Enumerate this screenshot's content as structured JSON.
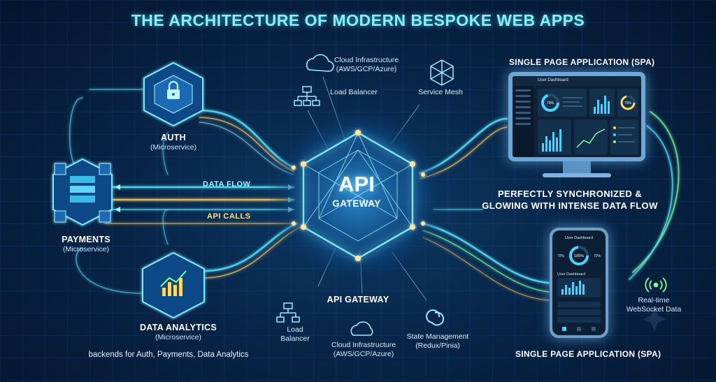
{
  "title": "THE ARCHITECTURE OF MODERN BESPOKE WEB APPS",
  "services": {
    "auth": {
      "name": "AUTH",
      "type": "(Microservice)"
    },
    "payments": {
      "name": "PAYMENTS",
      "type": "(Microservice)"
    },
    "analytics": {
      "name": "DATA ANALYTICS",
      "type": "(Microservice)"
    }
  },
  "flows": {
    "data_flow": "DATA FLOW",
    "api_calls": "API CALLS"
  },
  "gateway": {
    "line1": "API",
    "line2": "GATEWAY",
    "below": "API GATEWAY"
  },
  "top": {
    "cloud": "Cloud Infrastructure\n(AWS/GCP/Azure)",
    "load_balancer": "Load Balancer",
    "service_mesh": "Service Mesh"
  },
  "bottom": {
    "load_balancer": "Load\nBalancer",
    "cloud": "Cloud Infrastructure\n(AWS/GCP/Azure)",
    "state": "State Management\n(Redux/Pinia)"
  },
  "spa_top": "SINGLE PAGE APPLICATION (SPA)",
  "spa_bottom": "SINGLE PAGE APPLICATION (SPA)",
  "sync_text": "PERFECTLY SYNCHRONIZED &\nGLOWING WITH INTENSE DATA FLOW",
  "realtime": "Real-time\nWebSocket Data",
  "footer": "backends for Auth, Payments, Data Analytics",
  "monitor": {
    "dashboard_title": "User Dashboard",
    "gauge1": "70%",
    "gauge2": "70%"
  },
  "phone": {
    "dashboard_title": "User Dashboard",
    "gauge_center": "105%",
    "gauge_left": "70%",
    "gauge_right": "70%",
    "section": "User Dashboard"
  },
  "colors": {
    "accent_cyan": "#58e6ff",
    "accent_gold": "#ffcf5a",
    "accent_green": "#7dff9a",
    "title": "#86f0f6"
  },
  "icons": [
    "lock-icon",
    "cube-cluster-icon",
    "bar-chart-icon",
    "cloud-icon",
    "hierarchy-icon",
    "mesh-icon",
    "state-icon",
    "wifi-icon"
  ]
}
